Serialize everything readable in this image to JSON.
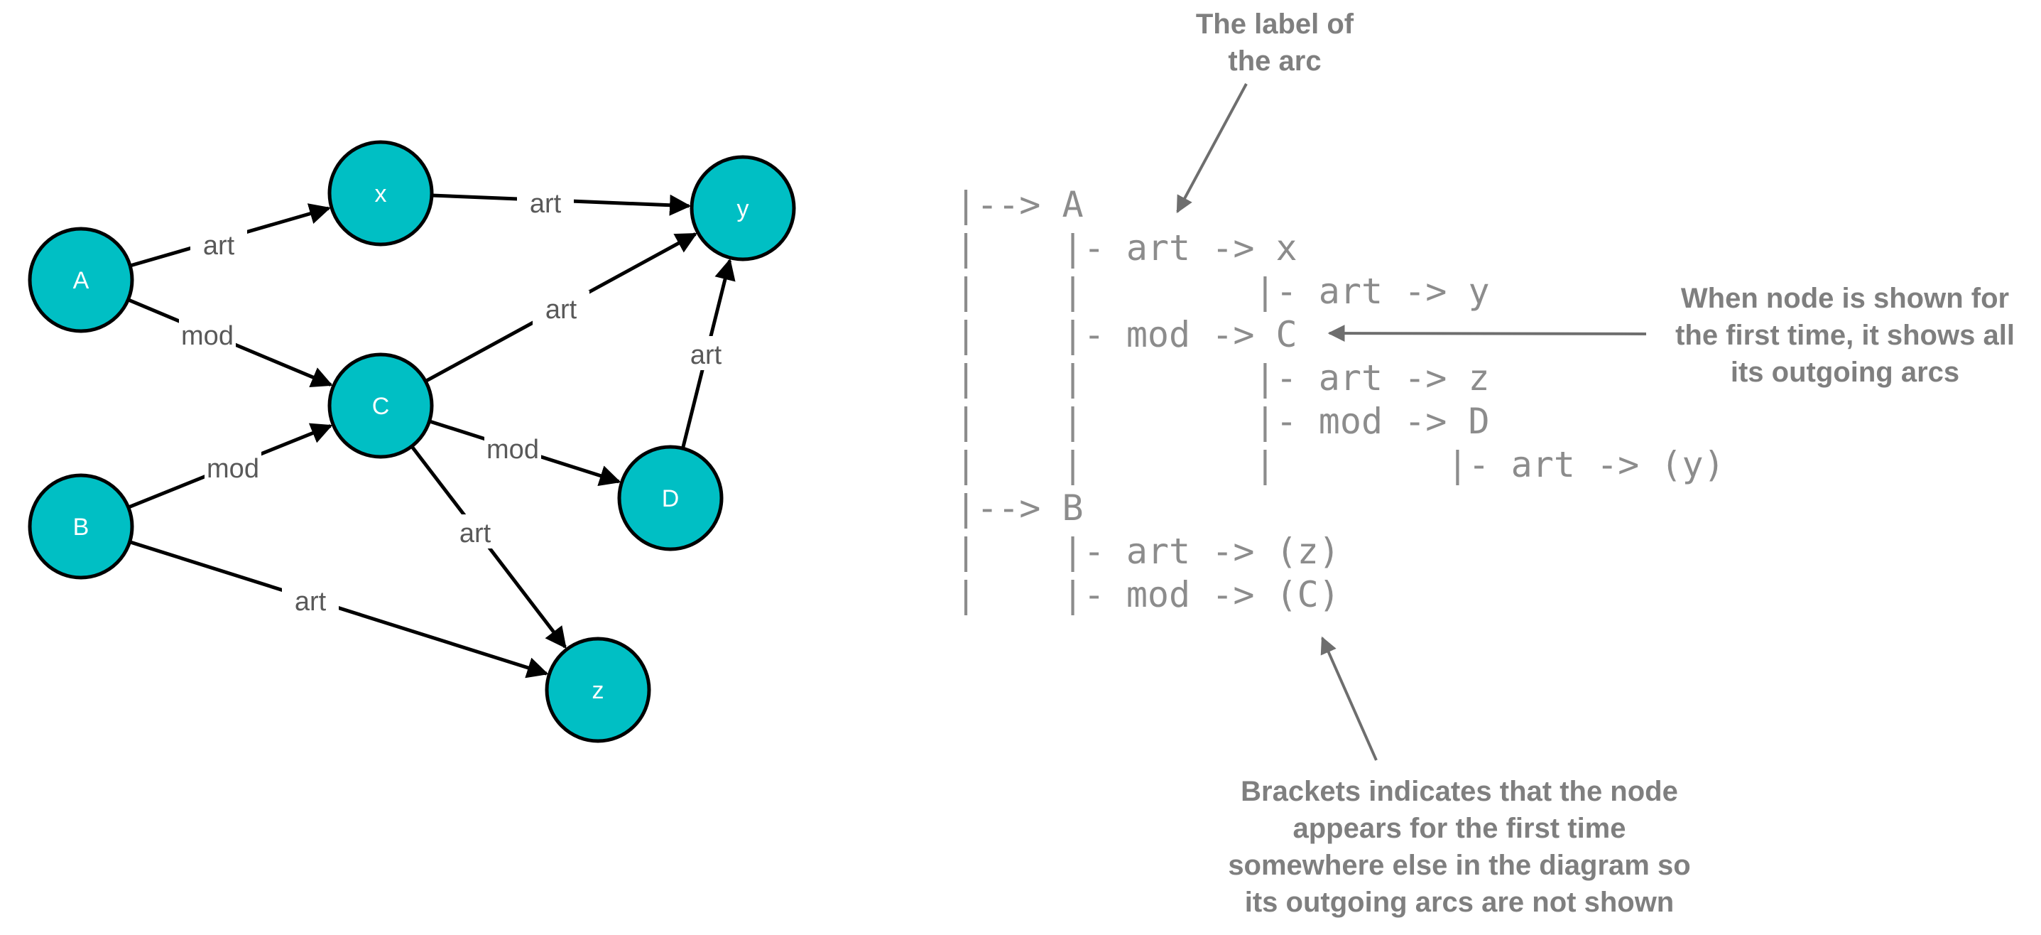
{
  "graph": {
    "nodes": [
      {
        "id": "A",
        "label": "A"
      },
      {
        "id": "x",
        "label": "x"
      },
      {
        "id": "y",
        "label": "y"
      },
      {
        "id": "C",
        "label": "C"
      },
      {
        "id": "B",
        "label": "B"
      },
      {
        "id": "D",
        "label": "D"
      },
      {
        "id": "z",
        "label": "z"
      }
    ],
    "edges": [
      {
        "from": "A",
        "to": "x",
        "label": "art"
      },
      {
        "from": "x",
        "to": "y",
        "label": "art"
      },
      {
        "from": "A",
        "to": "C",
        "label": "mod"
      },
      {
        "from": "C",
        "to": "y",
        "label": "art"
      },
      {
        "from": "D",
        "to": "y",
        "label": "art"
      },
      {
        "from": "B",
        "to": "C",
        "label": "mod"
      },
      {
        "from": "C",
        "to": "D",
        "label": "mod"
      },
      {
        "from": "C",
        "to": "z",
        "label": "art"
      },
      {
        "from": "B",
        "to": "z",
        "label": "art"
      }
    ],
    "colors": {
      "node_fill": "#00bfc4",
      "node_stroke": "#000000",
      "edge": "#000000",
      "edge_label": "#595959"
    }
  },
  "tree": {
    "lines": [
      "|--> A",
      "|    |- art -> x",
      "|    |        |- art -> y",
      "|    |- mod -> C",
      "|    |        |- art -> z",
      "|    |        |- mod -> D",
      "|    |        |        |- art -> (y)",
      "|--> B",
      "|    |- art -> (z)",
      "|    |- mod -> (C)"
    ],
    "color": "#8c8c8c"
  },
  "annotations": {
    "label_note": {
      "lines": [
        "The label of",
        "the arc"
      ]
    },
    "first_time_note": {
      "lines": [
        "When node is shown for",
        "the first time, it shows all",
        "its outgoing arcs"
      ]
    },
    "brackets_note": {
      "lines": [
        "Brackets indicates that the node",
        "appears for the first time",
        "somewhere else in the diagram so",
        "its outgoing arcs are not shown"
      ]
    },
    "color": "#7f7f7f"
  }
}
